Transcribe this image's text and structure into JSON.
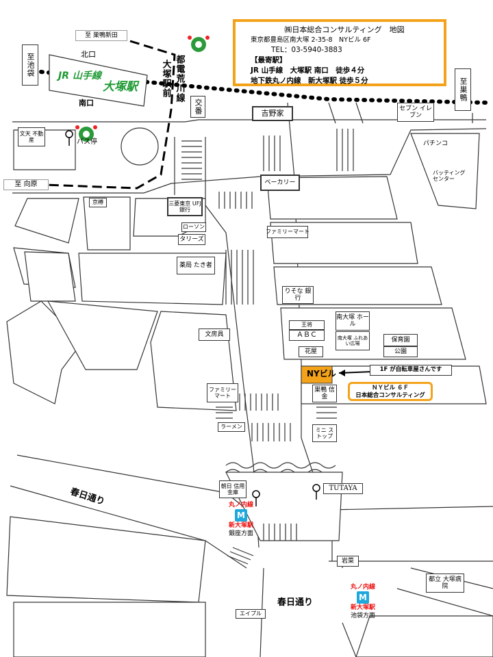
{
  "info": {
    "company": "㈱日本総合コンサルティング　地図",
    "address": "東京都豊島区南大塚 2-35-8　NYビル 6F",
    "tel": "TEL：03-5940-3883",
    "nearest_heading": "【最寄駅】",
    "line1": "JR 山手線　大塚駅 南口　徒歩４分",
    "line2": "地下鉄丸ノ内線　新大塚駅 徒歩５分"
  },
  "stations": {
    "jr_line": "JR 山手線",
    "jr_station": "大塚駅",
    "toden": "都電荒川線",
    "toden_station": "大塚駅前",
    "north_exit": "北口",
    "south_exit": "南口"
  },
  "directions": {
    "sugamo_shinden": "至 巣鴨新田",
    "ikebukuro": "至池袋",
    "sugamo": "至巣鴨",
    "mukouhara": "至 向原"
  },
  "landmarks": {
    "koban": "交番",
    "yoshinoya": "吉野家",
    "seven": "セブン イレブン",
    "bunten": "文天 不動産",
    "bus_stop": "バス停",
    "bakery": "ベーカリー",
    "pachinko": "パチンコ",
    "batting": "バッティング センター",
    "kyodo": "京樽",
    "ufj": "三菱東京 UFJ 銀行",
    "lawson": "ローソン",
    "tullys": "タリーズ",
    "famima1": "ファミリーマート",
    "pharmacy": "薬局 たき者",
    "resona": "りそな 銀行",
    "bunbougu": "文房具",
    "ohsho": "王将",
    "abc": "ＡＢＣ",
    "kaya": "花屋",
    "hall": "南大塚 ホール",
    "fureai": "南大塚 ふれあい広場",
    "hoikuen": "保育園",
    "park": "公園",
    "nybldg": "NYビル",
    "bike_note": "1F が自転車屋さんです",
    "famima2": "ファミリー マート",
    "sugamo_shinkin": "巣鴨 信金",
    "ramen": "ラーメン",
    "mini_stop": "ミニ ストップ",
    "asahi": "朝日 信用金庫",
    "tutaya": "TUTAYA",
    "iwana": "岩菜",
    "hospital": "都立 大塚病院",
    "eipuru": "エイプル"
  },
  "target": {
    "line1": "ＮＹビル ６Ｆ",
    "line2": "日本総合コンサルティング"
  },
  "roads": {
    "kasuga1": "春日通り",
    "kasuga2": "春日通り"
  },
  "metro": {
    "line": "丸ノ内線",
    "station": "新大塚駅",
    "dir1": "銀座方面",
    "dir2": "池袋方面",
    "logo": "M"
  },
  "colors": {
    "accent_orange": "#f3a21a",
    "jr_green": "#1e9a33",
    "metro_blue": "#1fa8dc",
    "metro_red": "#e11111",
    "target_fill": "#f3a21a"
  }
}
